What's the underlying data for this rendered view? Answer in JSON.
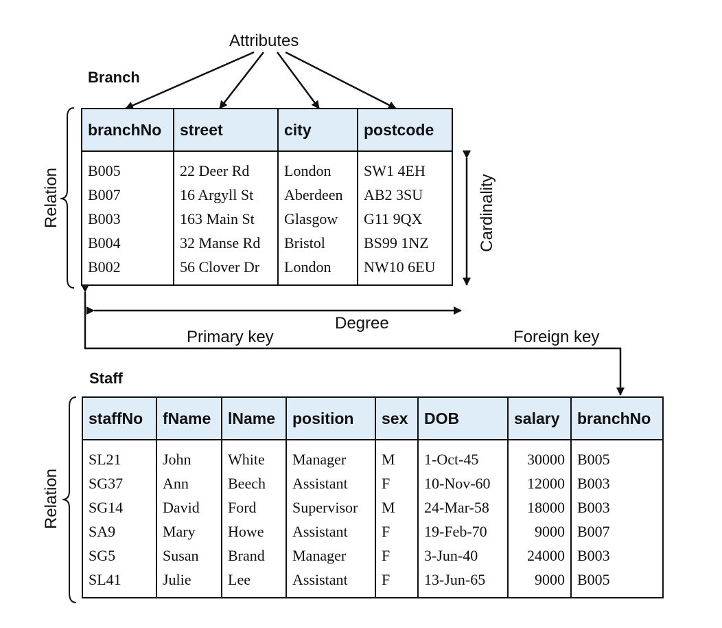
{
  "labels": {
    "attributes": "Attributes",
    "cardinality": "Cardinality",
    "degree": "Degree",
    "primary_key": "Primary key",
    "foreign_key": "Foreign key",
    "relation": "Relation"
  },
  "colors": {
    "header_bg": "#dfedf9",
    "line": "#111111"
  },
  "branch": {
    "title": "Branch",
    "columns": [
      "branchNo",
      "street",
      "city",
      "postcode"
    ],
    "rows": [
      [
        "B005",
        "22 Deer Rd",
        "London",
        "SW1 4EH"
      ],
      [
        "B007",
        "16 Argyll St",
        "Aberdeen",
        "AB2 3SU"
      ],
      [
        "B003",
        "163 Main St",
        "Glasgow",
        "G11 9QX"
      ],
      [
        "B004",
        "32 Manse Rd",
        "Bristol",
        "BS99 1NZ"
      ],
      [
        "B002",
        "56 Clover Dr",
        "London",
        "NW10 6EU"
      ]
    ]
  },
  "staff": {
    "title": "Staff",
    "columns": [
      "staffNo",
      "fName",
      "lName",
      "position",
      "sex",
      "DOB",
      "salary",
      "branchNo"
    ],
    "rows": [
      [
        "SL21",
        "John",
        "White",
        "Manager",
        "M",
        "1-Oct-45",
        "30000",
        "B005"
      ],
      [
        "SG37",
        "Ann",
        "Beech",
        "Assistant",
        "F",
        "10-Nov-60",
        "12000",
        "B003"
      ],
      [
        "SG14",
        "David",
        "Ford",
        "Supervisor",
        "M",
        "24-Mar-58",
        "18000",
        "B003"
      ],
      [
        "SA9",
        "Mary",
        "Howe",
        "Assistant",
        "F",
        "19-Feb-70",
        "9000",
        "B007"
      ],
      [
        "SG5",
        "Susan",
        "Brand",
        "Manager",
        "F",
        "3-Jun-40",
        "24000",
        "B003"
      ],
      [
        "SL41",
        "Julie",
        "Lee",
        "Assistant",
        "F",
        "13-Jun-65",
        "9000",
        "B005"
      ]
    ]
  }
}
